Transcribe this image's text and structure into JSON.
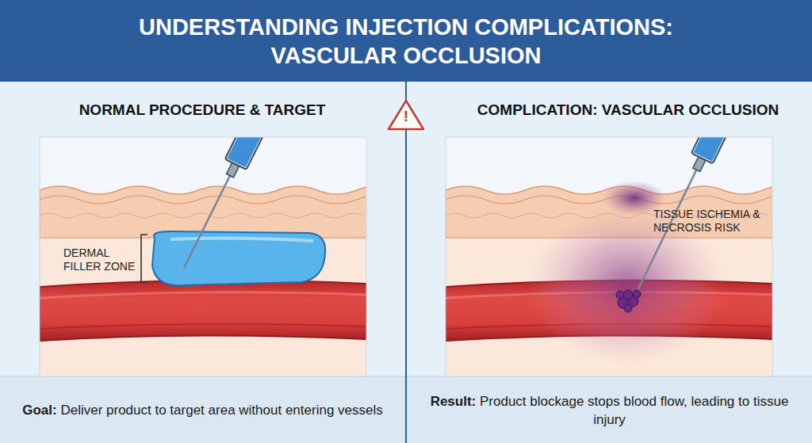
{
  "diagram": {
    "title": "UNDERSTANDING INJECTION COMPLICATIONS: VASCULAR OCCLUSION",
    "nodes": [
      {
        "text": [
          "NORMAL PROCEDURE & TARGET"
        ]
      },
      {
        "text": [
          "COMPLICATION: VASCULAR OCCLUSION"
        ]
      },
      {
        "text": [
          "Goal:",
          "Deliver product to target area without entering vessels"
        ]
      },
      {
        "text": [
          "Result:",
          "Product blockage stops blood flow, leading to tissue injury"
        ]
      }
    ],
    "labels": [
      "!",
      "DERMAL FILLER ZONE",
      "TISSUE ISCHEMIA & NECROSIS RISK"
    ]
  }
}
